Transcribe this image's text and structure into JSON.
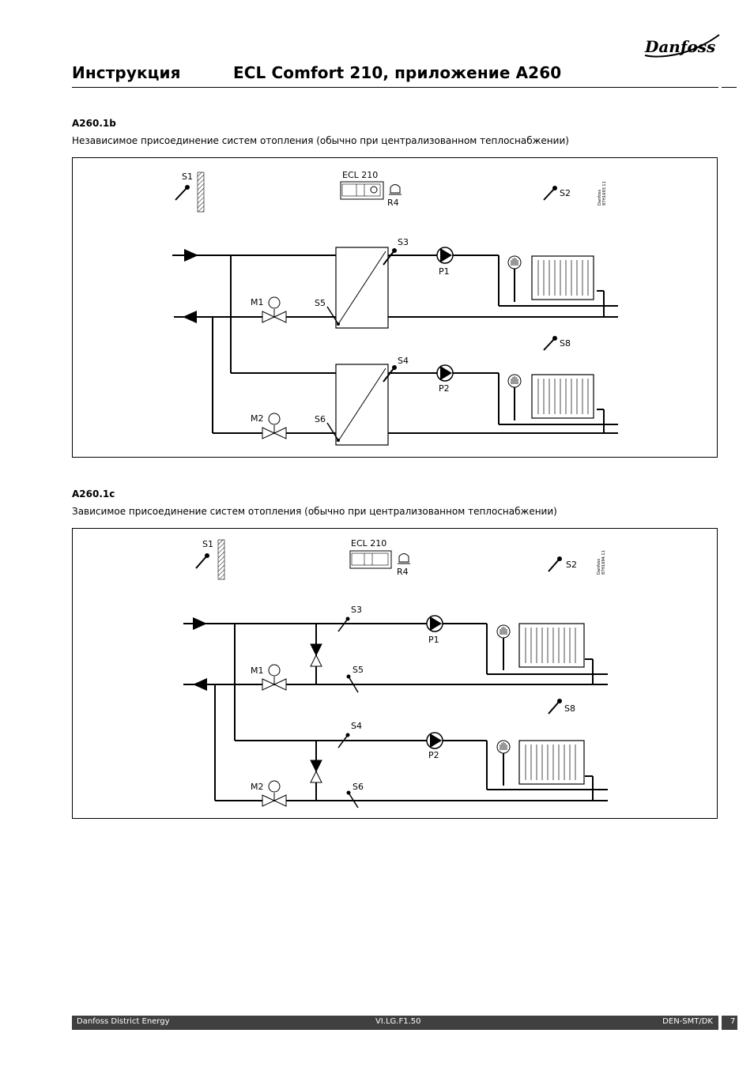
{
  "brand": "Danfoss",
  "header": {
    "left": "Инструкция",
    "right": "ECL Comfort 210, приложение A260"
  },
  "sections": [
    {
      "id": "A260.1b",
      "description": "Независимое присоединение систем отопления (обычно при централизованном теплоснабжении)",
      "labels": {
        "s1": "S1",
        "s2": "S2",
        "s3": "S3",
        "s4": "S4",
        "s5": "S5",
        "s6": "S6",
        "s8": "S8",
        "ecl": "ECL 210",
        "r4": "R4",
        "p1": "P1",
        "p2": "P2",
        "m1": "M1",
        "m2": "M2",
        "code_a": "Danfoss",
        "code_b": "87H1693.11"
      }
    },
    {
      "id": "A260.1c",
      "description": "Зависимое присоединение систем отопления (обычно при централизованном теплоснабжении)",
      "labels": {
        "s1": "S1",
        "s2": "S2",
        "s3": "S3",
        "s4": "S4",
        "s5": "S5",
        "s6": "S6",
        "s8": "S8",
        "ecl": "ECL 210",
        "r4": "R4",
        "p1": "P1",
        "p2": "P2",
        "m1": "M1",
        "m2": "M2",
        "code_a": "Danfoss",
        "code_b": "87H1694.11"
      }
    }
  ],
  "footer": {
    "left": "Danfoss District Energy",
    "center": "VI.LG.F1.50",
    "right": "DEN-SMT/DK",
    "page": "7"
  }
}
